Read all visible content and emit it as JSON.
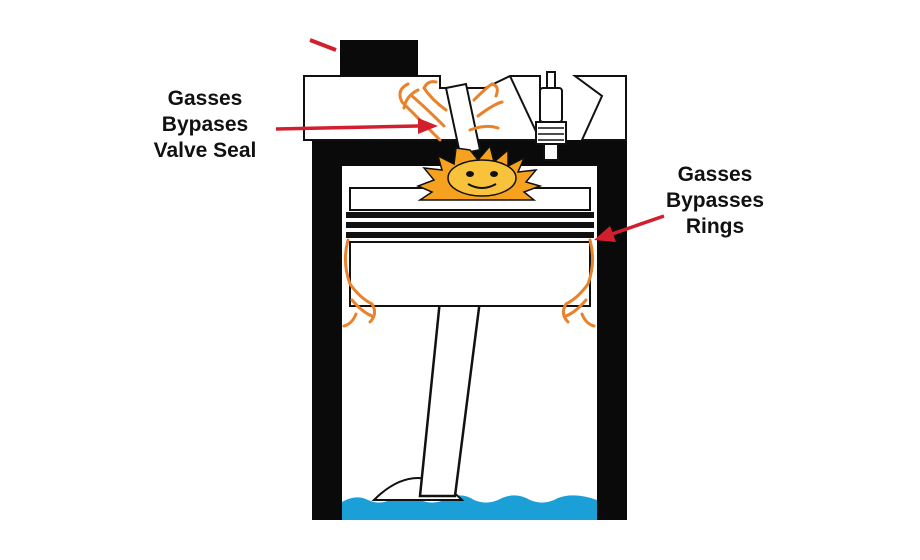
{
  "labels": {
    "valve_seal": [
      "Gasses",
      "Bypases",
      "Valve Seal"
    ],
    "rings": [
      "Gasses",
      "Bypasses",
      "Rings"
    ]
  },
  "colors": {
    "outline": "#111111",
    "cylinder_wall": "#0a0a0a",
    "arrow": "#d21f2e",
    "gas": "#e9822a",
    "flame": "#f6a21e",
    "flame_core": "#f8c23a",
    "oil": "#1a9fd6",
    "background": "#ffffff"
  },
  "icons": {
    "explosion": "combustion-burst-icon",
    "spark_plug": "spark-plug-icon"
  }
}
